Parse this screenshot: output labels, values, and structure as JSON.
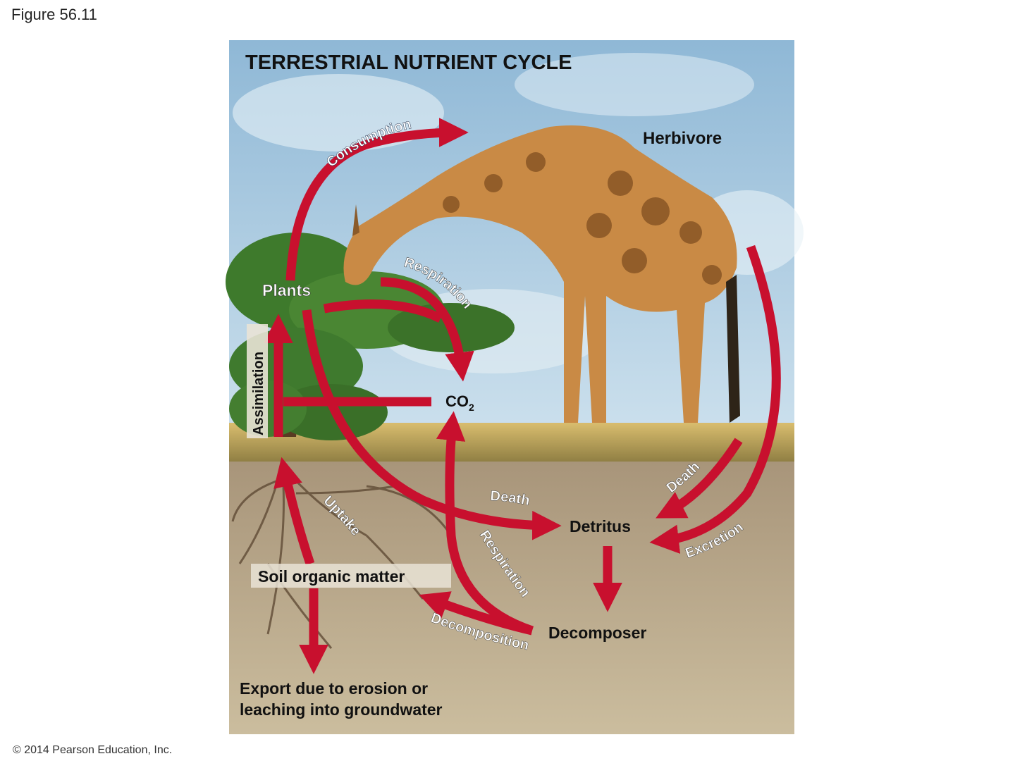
{
  "figure_label": "Figure 56.11",
  "copyright": "© 2014 Pearson Education, Inc.",
  "diagram": {
    "title": "TERRESTRIAL NUTRIENT CYCLE",
    "nodes": {
      "herbivore": "Herbivore",
      "plants": "Plants",
      "co2": "CO",
      "co2_sub": "2",
      "detritus": "Detritus",
      "decomposer": "Decomposer",
      "soil": "Soil organic matter",
      "export_line1": "Export due to erosion or",
      "export_line2": "leaching into groundwater"
    },
    "processes": {
      "consumption": "Consumption",
      "respiration_top": "Respiration",
      "assimilation": "Assimilation",
      "death_plants": "Death",
      "death_herbivore": "Death",
      "excretion": "Excretion",
      "uptake": "Uptake",
      "respiration_bottom": "Respiration",
      "decomposition": "Decomposition"
    },
    "colors": {
      "arrow": "#c8102e",
      "sky": "#b6d3e6",
      "soil": "#b9a888",
      "grass": "#c9a75a",
      "tree": "#3f7a2e",
      "giraffe": "#c98a45"
    }
  }
}
